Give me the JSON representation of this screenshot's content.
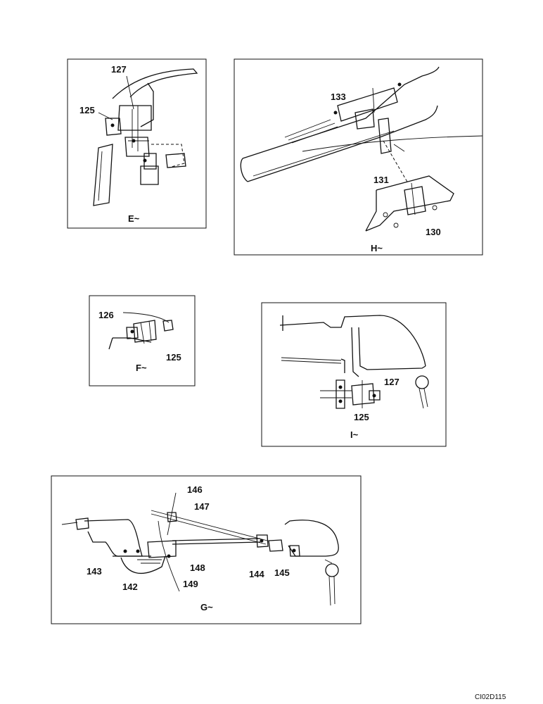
{
  "views": {
    "E": {
      "caption": "E~",
      "callouts": [
        "127",
        "125"
      ]
    },
    "H": {
      "caption": "H~",
      "callouts": [
        "133",
        "131",
        "130"
      ]
    },
    "F": {
      "caption": "F~",
      "callouts": [
        "126",
        "125"
      ]
    },
    "I": {
      "caption": "I~",
      "callouts": [
        "127",
        "125"
      ]
    },
    "G": {
      "caption": "G~",
      "callouts": [
        "146",
        "147",
        "143",
        "148",
        "142",
        "149",
        "144",
        "145"
      ]
    }
  },
  "drawing_code": "CI02D115"
}
